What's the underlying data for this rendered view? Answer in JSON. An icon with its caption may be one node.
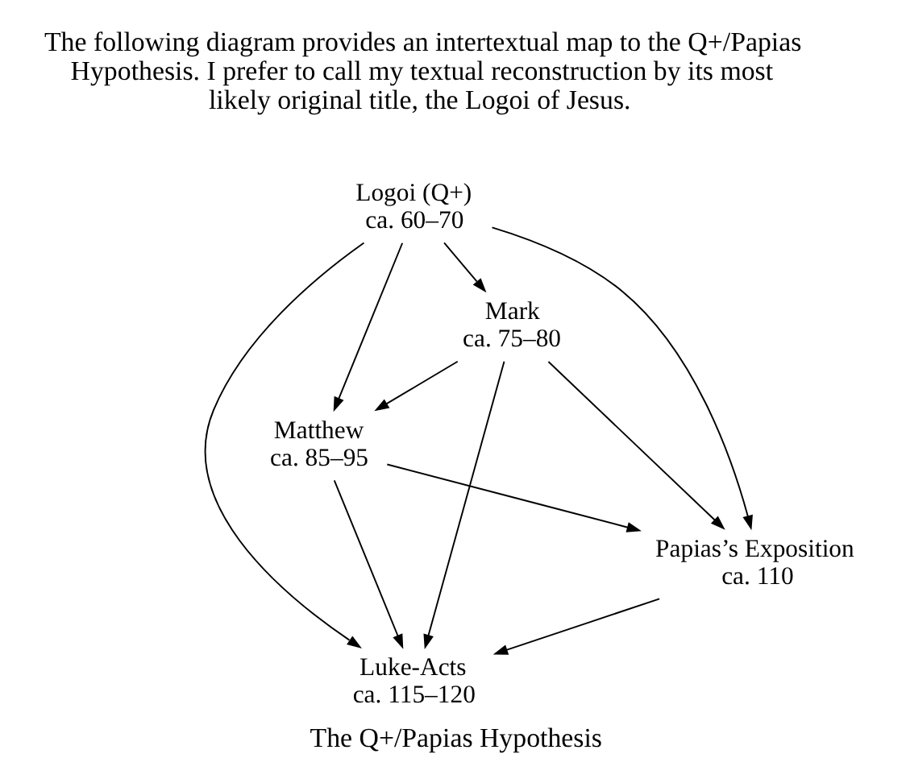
{
  "diagram": {
    "caption": "The Q+/Papias Hypothesis",
    "nodes": [
      {
        "text": [
          "Logoi (Q+)",
          "ca. 60–70"
        ]
      },
      {
        "text": [
          "Mark",
          "ca. 75–80"
        ]
      },
      {
        "text": [
          "Matthew",
          "ca. 85–95"
        ]
      },
      {
        "text": [
          "Papias’s Exposition",
          "ca. 110"
        ]
      },
      {
        "text": [
          "Luke-Acts",
          "ca. 115–120"
        ]
      }
    ],
    "edges": [
      {
        "from": 0,
        "to": 1,
        "arrow": "to"
      },
      {
        "from": 0,
        "to": 2,
        "arrow": "to"
      },
      {
        "from": 0,
        "to": 3,
        "arrow": "to"
      },
      {
        "from": 0,
        "to": 4,
        "arrow": "to"
      },
      {
        "from": 1,
        "to": 2,
        "arrow": "to"
      },
      {
        "from": 1,
        "to": 3,
        "arrow": "to"
      },
      {
        "from": 1,
        "to": 4,
        "arrow": "to"
      },
      {
        "from": 2,
        "to": 3,
        "arrow": "to"
      },
      {
        "from": 2,
        "to": 4,
        "arrow": "to"
      },
      {
        "from": 3,
        "to": 4,
        "arrow": "to"
      }
    ],
    "labels": [
      "The following diagram provides an intertextual map to the Q+/Papias Hypothesis. I prefer to call my textual reconstruction by its most likely original title, the Logoi of Jesus."
    ]
  }
}
